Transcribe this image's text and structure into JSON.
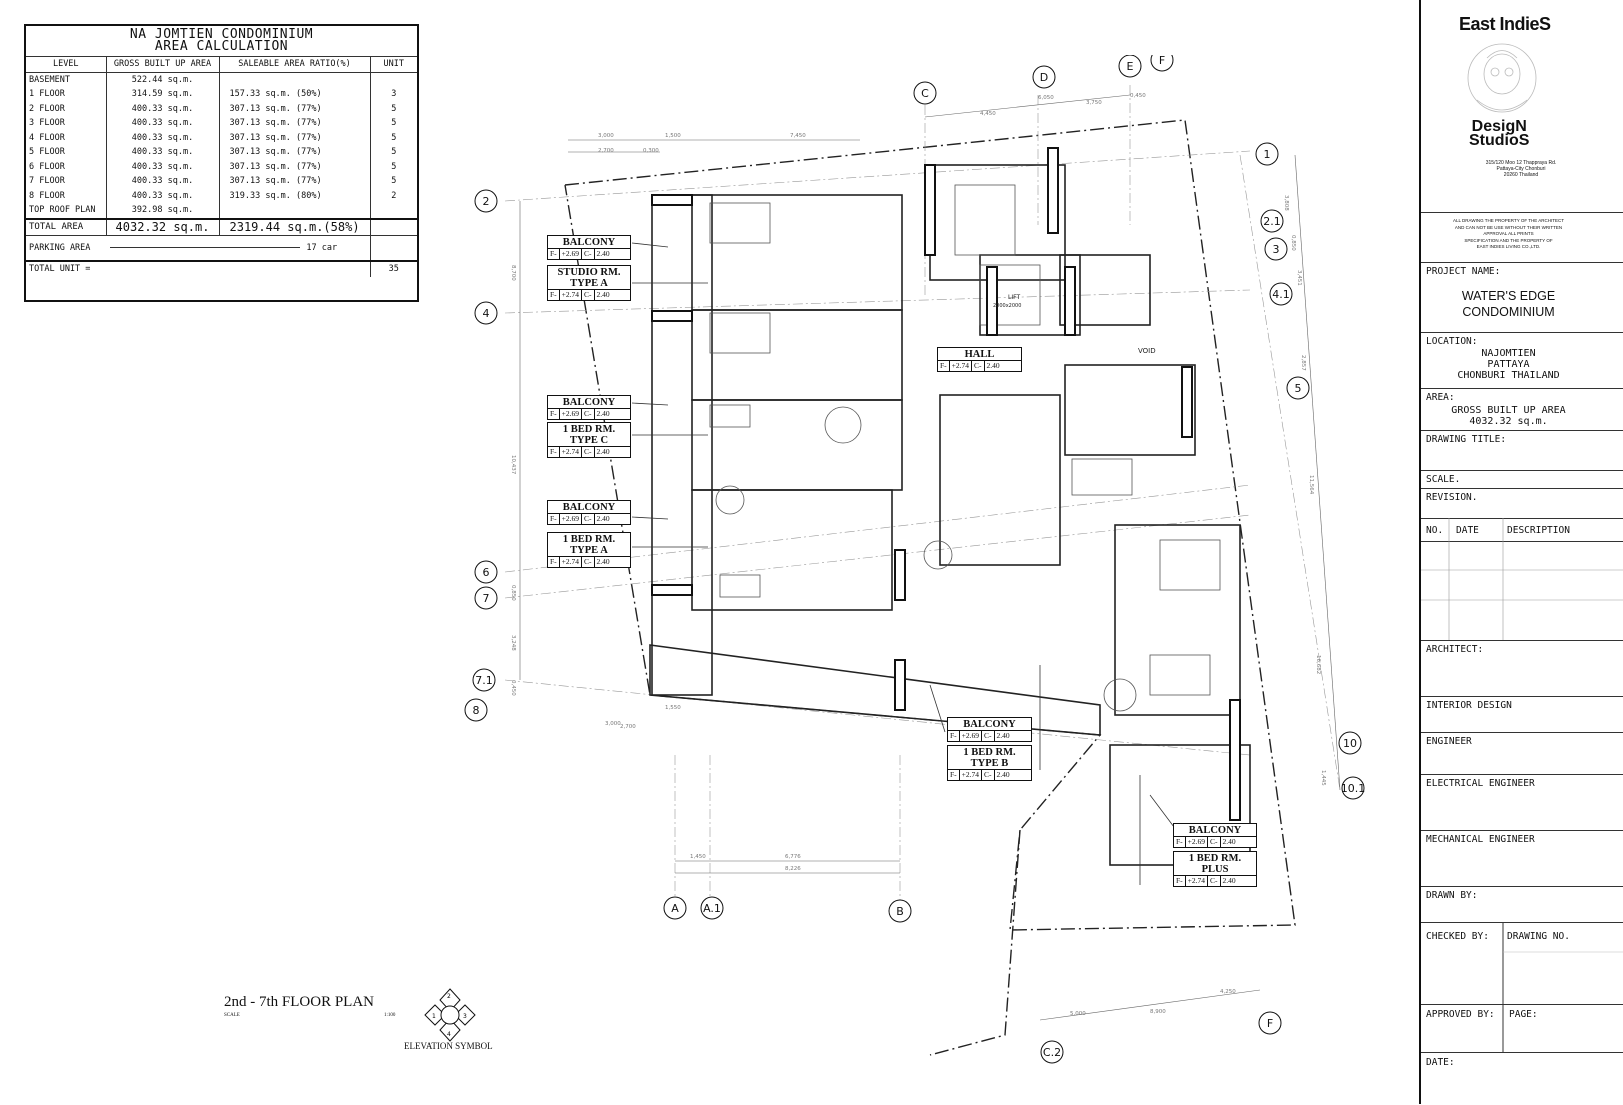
{
  "area_table": {
    "title_line1": "NA JOMTIEN CONDOMINIUM",
    "title_line2": "AREA CALCULATION",
    "headers": [
      "LEVEL",
      "GROSS BUILT UP AREA",
      "SALEABLE AREA RATIO(%)",
      "UNIT"
    ],
    "rows": [
      [
        "BASEMENT",
        "522.44 sq.m.",
        "",
        ""
      ],
      [
        "1 FLOOR",
        "314.59 sq.m.",
        "157.33 sq.m. (50%)",
        "3"
      ],
      [
        "2 FLOOR",
        "400.33 sq.m.",
        "307.13 sq.m. (77%)",
        "5"
      ],
      [
        "3 FLOOR",
        "400.33 sq.m.",
        "307.13 sq.m. (77%)",
        "5"
      ],
      [
        "4 FLOOR",
        "400.33 sq.m.",
        "307.13 sq.m. (77%)",
        "5"
      ],
      [
        "5 FLOOR",
        "400.33 sq.m.",
        "307.13 sq.m. (77%)",
        "5"
      ],
      [
        "6 FLOOR",
        "400.33 sq.m.",
        "307.13 sq.m. (77%)",
        "5"
      ],
      [
        "7 FLOOR",
        "400.33 sq.m.",
        "307.13 sq.m. (77%)",
        "5"
      ],
      [
        "8 FLOOR",
        "400.33 sq.m.",
        "319.33 sq.m. (80%)",
        "2"
      ],
      [
        "TOP ROOF PLAN",
        "392.98 sq.m.",
        "",
        ""
      ]
    ],
    "total_label": "TOTAL AREA",
    "total_gross": "4032.32 sq.m.",
    "total_saleable": "2319.44 sq.m.(58%)",
    "parking_label": "PARKING AREA",
    "parking_value": "17 car",
    "total_unit_label": "TOTAL UNIT =",
    "total_unit_value": "35"
  },
  "plan": {
    "title": "2nd - 7th  FLOOR PLAN",
    "scale_label": "SCALE",
    "scale_ratio": "1:100",
    "elevation_caption": "ELEVATION SYMBOL",
    "elevation_numbers": [
      "2",
      "3",
      "4",
      "1"
    ],
    "grid_bubbles": {
      "top": [
        "C",
        "D",
        "E",
        "F"
      ],
      "left": [
        "2",
        "4",
        "6",
        "7",
        "7.1",
        "8"
      ],
      "right": [
        "1",
        "2.1",
        "3",
        "4.1",
        "5",
        "10",
        "10.1"
      ],
      "bottom": [
        "A",
        "A.1",
        "B"
      ],
      "bottom_right": [
        "C.2",
        "F"
      ]
    },
    "dimensions": {
      "top": [
        "3,000",
        "1,500",
        "7,450",
        "2,700",
        "0,300",
        "6,050",
        "3,750",
        "0,450",
        "4,450"
      ],
      "left": [
        "8,700",
        "10,437",
        "0,850",
        "3,248",
        "0,450"
      ],
      "right": [
        "3,808",
        "0,850",
        "3,451",
        "2,857",
        "11,564",
        "16,682",
        "1,445"
      ],
      "bottom": [
        "1,450",
        "6,776",
        "8,226",
        "3,000",
        "2,700",
        "1,550",
        "5,000",
        "4,250",
        "8,900"
      ]
    },
    "room_tags": [
      {
        "name": "BALCONY",
        "levels": [
          "F-",
          "+2.69",
          "C-",
          "2.40"
        ]
      },
      {
        "name": "STUDIO RM. TYPE A",
        "levels": [
          "F-",
          "+2.74",
          "C-",
          "2.40"
        ]
      },
      {
        "name": "BALCONY",
        "levels": [
          "F-",
          "+2.69",
          "C-",
          "2.40"
        ]
      },
      {
        "name": "1 BED RM. TYPE C",
        "levels": [
          "F-",
          "+2.74",
          "C-",
          "2.40"
        ]
      },
      {
        "name": "BALCONY",
        "levels": [
          "F-",
          "+2.69",
          "C-",
          "2.40"
        ]
      },
      {
        "name": "1 BED RM. TYPE A",
        "levels": [
          "F-",
          "+2.74",
          "C-",
          "2.40"
        ]
      },
      {
        "name": "HALL",
        "levels": [
          "F-",
          "+2.74",
          "C-",
          "2.40"
        ]
      },
      {
        "name": "BALCONY",
        "levels": [
          "F-",
          "+2.69",
          "C-",
          "2.40"
        ]
      },
      {
        "name": "1 BED RM. TYPE B",
        "levels": [
          "F-",
          "+2.74",
          "C-",
          "2.40"
        ]
      },
      {
        "name": "BALCONY",
        "levels": [
          "F-",
          "+2.69",
          "C-",
          "2.40"
        ]
      },
      {
        "name": "1 BED RM. PLUS",
        "levels": [
          "F-",
          "+2.74",
          "C-",
          "2.40"
        ]
      }
    ],
    "labels": {
      "void": "VOID",
      "lift": "LIFT",
      "lift_size": "2000x2000"
    }
  },
  "title_block": {
    "logo_line1": "East IndieS",
    "logo_line2": "DesigN",
    "logo_line3": "StudioS",
    "address1": "315/120  Moo 12  Thappraya Rd.",
    "address2": "Pattaya-City  Chonburi",
    "address3": "20260  Thailand",
    "notice1": "ALL DRAWING THE PROPERTY OF THE ARCHITECT",
    "notice2": "AND CAN NOT BE USE WITHOUT THEIR WRITTEN",
    "notice3": "APPROVAL ALL PRINTS",
    "notice4": "SPECIFICATION AND THE PROPERTY OF",
    "notice5": "EAST INDIES LIVING CO.,LTD.",
    "project_name_label": "PROJECT NAME:",
    "project_name1": "WATER'S EDGE",
    "project_name2": "CONDOMINIUM",
    "location_label": "LOCATION:",
    "location1": "NAJOMTIEN",
    "location2": "PATTAYA",
    "location3": "CHONBURI THAILAND",
    "area_label": "AREA:",
    "area1": "GROSS BUILT UP AREA",
    "area2": "4032.32 sq.m.",
    "drawing_title_label": "DRAWING TITLE:",
    "scale_label": "SCALE.",
    "revision_label": "REVISION.",
    "rev_no": "NO.",
    "rev_date": "DATE",
    "rev_desc": "DESCRIPTION",
    "architect_label": "ARCHITECT:",
    "interior_label": "INTERIOR DESIGN",
    "engineer_label": "ENGINEER",
    "electrical_label": "ELECTRICAL ENGINEER",
    "mechanical_label": "MECHANICAL ENGINEER",
    "drawn_by_label": "DRAWN BY:",
    "checked_by_label": "CHECKED BY:",
    "drawing_no_label": "DRAWING NO.",
    "approved_by_label": "APPROVED BY:",
    "page_label": "PAGE:",
    "date_label": "DATE:"
  }
}
